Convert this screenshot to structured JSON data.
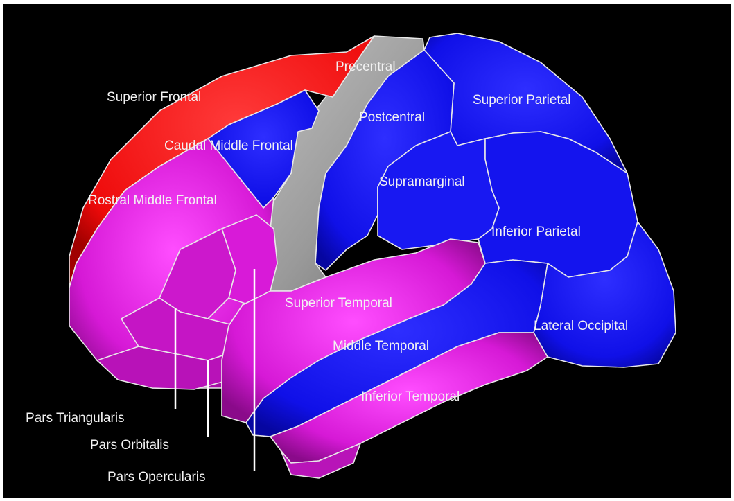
{
  "colors": {
    "background": "#000000",
    "frontal_red": "#ff1a1a",
    "frontal_magenta": "#e020e0",
    "central_gray": "#9a9a9a",
    "parietal_blue": "#1010f0",
    "temporal_magenta": "#e020e0",
    "label_text": "#f2f2f2"
  },
  "labels": {
    "superior_frontal": "Superior Frontal",
    "precentral": "Precentral",
    "postcentral": "Postcentral",
    "superior_parietal": "Superior Parietal",
    "caudal_middle_frontal": "Caudal Middle Frontal",
    "supramarginal": "Supramarginal",
    "rostral_middle_frontal": "Rostral Middle Frontal",
    "inferior_parietal": "Inferior Parietal",
    "superior_temporal": "Superior Temporal",
    "lateral_occipital": "Lateral Occipital",
    "middle_temporal": "Middle Temporal",
    "inferior_temporal": "Inferior Temporal",
    "pars_triangularis": "Pars Triangularis",
    "pars_orbitalis": "Pars Orbitalis",
    "pars_opercularis": "Pars Opercularis"
  }
}
